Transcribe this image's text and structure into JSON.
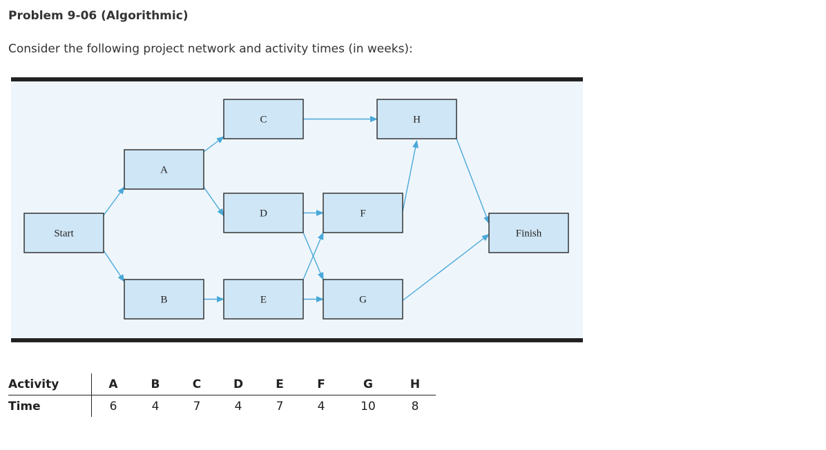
{
  "title": "Problem 9-06 (Algorithmic)",
  "intro": "Consider the following project network and activity times (in weeks):",
  "network": {
    "nodes": [
      {
        "id": "start",
        "label": "Start"
      },
      {
        "id": "A",
        "label": "A"
      },
      {
        "id": "B",
        "label": "B"
      },
      {
        "id": "C",
        "label": "C"
      },
      {
        "id": "D",
        "label": "D"
      },
      {
        "id": "E",
        "label": "E"
      },
      {
        "id": "F",
        "label": "F"
      },
      {
        "id": "G",
        "label": "G"
      },
      {
        "id": "H",
        "label": "H"
      },
      {
        "id": "finish",
        "label": "Finish"
      }
    ],
    "edges": [
      [
        "start",
        "A"
      ],
      [
        "start",
        "B"
      ],
      [
        "A",
        "C"
      ],
      [
        "A",
        "D"
      ],
      [
        "B",
        "E"
      ],
      [
        "C",
        "H"
      ],
      [
        "D",
        "F"
      ],
      [
        "D",
        "G"
      ],
      [
        "E",
        "F"
      ],
      [
        "E",
        "G"
      ],
      [
        "F",
        "H"
      ],
      [
        "H",
        "finish"
      ],
      [
        "G",
        "finish"
      ]
    ],
    "colors": {
      "node_fill": "#cfe6f6",
      "edge": "#4aa8d8",
      "background": "#eef6fc",
      "bar": "#222222"
    }
  },
  "table": {
    "row_headers": [
      "Activity",
      "Time"
    ],
    "activities": [
      "A",
      "B",
      "C",
      "D",
      "E",
      "F",
      "G",
      "H"
    ],
    "times": [
      "6",
      "4",
      "7",
      "4",
      "7",
      "4",
      "10",
      "8"
    ]
  }
}
